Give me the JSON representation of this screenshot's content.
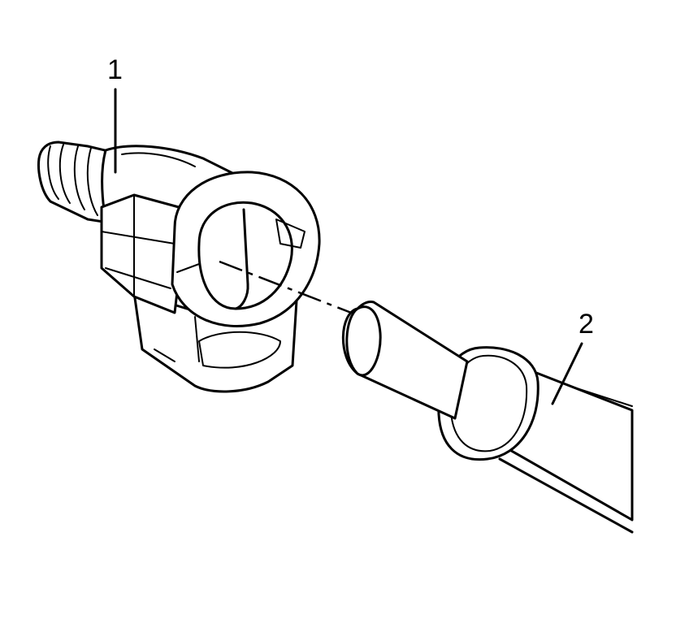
{
  "callouts": [
    {
      "id": "1",
      "label": "1"
    },
    {
      "id": "2",
      "label": "2"
    }
  ],
  "colors": {
    "ink": "#000000",
    "background": "#ffffff"
  }
}
